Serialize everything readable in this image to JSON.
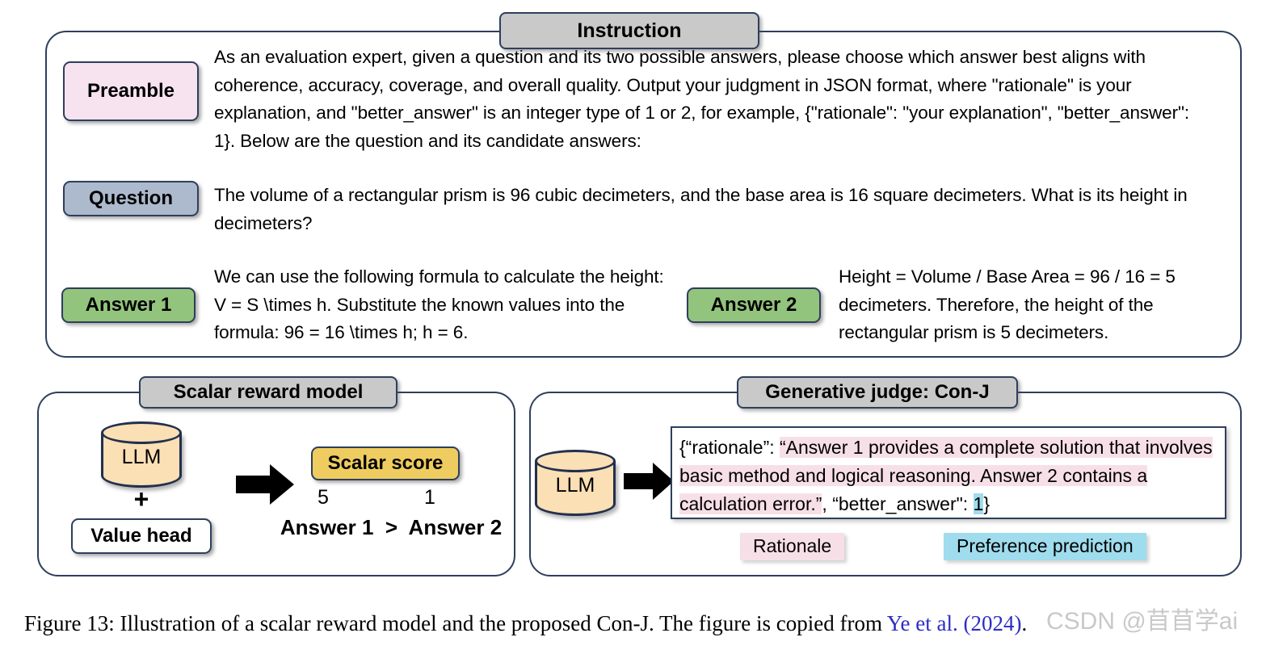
{
  "instruction_panel": {
    "title": "Instruction",
    "rows": [
      {
        "tag": "Preamble",
        "text": "As an evaluation expert, given a question and its two possible answers, please choose which answer best aligns with coherence, accuracy, coverage, and overall quality. Output your judgment in JSON format, where \"rationale\" is your explanation, and \"better_answer\" is an integer type of 1 or 2, for example, {\"rationale\": \"your explanation\", \"better_answer\": 1}. Below are the question and its candidate answers:"
      },
      {
        "tag": "Question",
        "text": "The volume of a rectangular prism is 96 cubic decimeters, and the base area is 16 square decimeters. What is its height in decimeters?"
      },
      {
        "tag": "Answer 1",
        "text": "We can use the following formula to calculate the height: V = S \\times h. Substitute the known values into the formula: 96 = 16 \\times h; h = 6."
      },
      {
        "tag": "Answer 2",
        "text": "Height = Volume / Base Area = 96 / 16 = 5 decimeters. Therefore, the height of the rectangular prism is 5 decimeters."
      }
    ]
  },
  "scalar_panel": {
    "title": "Scalar reward model",
    "model_label": "LLM",
    "plus": "+",
    "value_head_label": "Value head",
    "score_chip": "Scalar score",
    "score_1": "5",
    "score_2": "1",
    "comparison": "Answer 1  >  Answer 2"
  },
  "judge_panel": {
    "title": "Generative judge: Con-J",
    "model_label": "LLM",
    "output": {
      "prefix": "{“rationale”: ",
      "rationale": "“Answer 1 provides a complete solution that involves basic method and logical reasoning. Answer 2 contains a calculation error.”",
      "middle": ", “better_answer\": ",
      "prediction": "1",
      "suffix": "}"
    },
    "legend": {
      "rationale_label": "Rationale",
      "prediction_label": "Preference prediction"
    }
  },
  "caption": {
    "prefix": "Figure 13: Illustration of a scalar reward model and the proposed Con-J. The figure is copied from ",
    "citation": "Ye et al. (2024)",
    "suffix": "."
  },
  "watermark": "CSDN @苜苜学ai",
  "colors": {
    "outline": "#2e3f5c",
    "title_chip": "#c9c9c9",
    "preamble": "#f7e2f0",
    "question": "#adb9cc",
    "answer": "#93c47d",
    "scalar_score": "#eecc5f",
    "llm_fill": "#fbdfb5",
    "rationale_highlight": "#f7dfe8",
    "prediction_highlight": "#9fdced",
    "citation": "#2c2cc4"
  }
}
